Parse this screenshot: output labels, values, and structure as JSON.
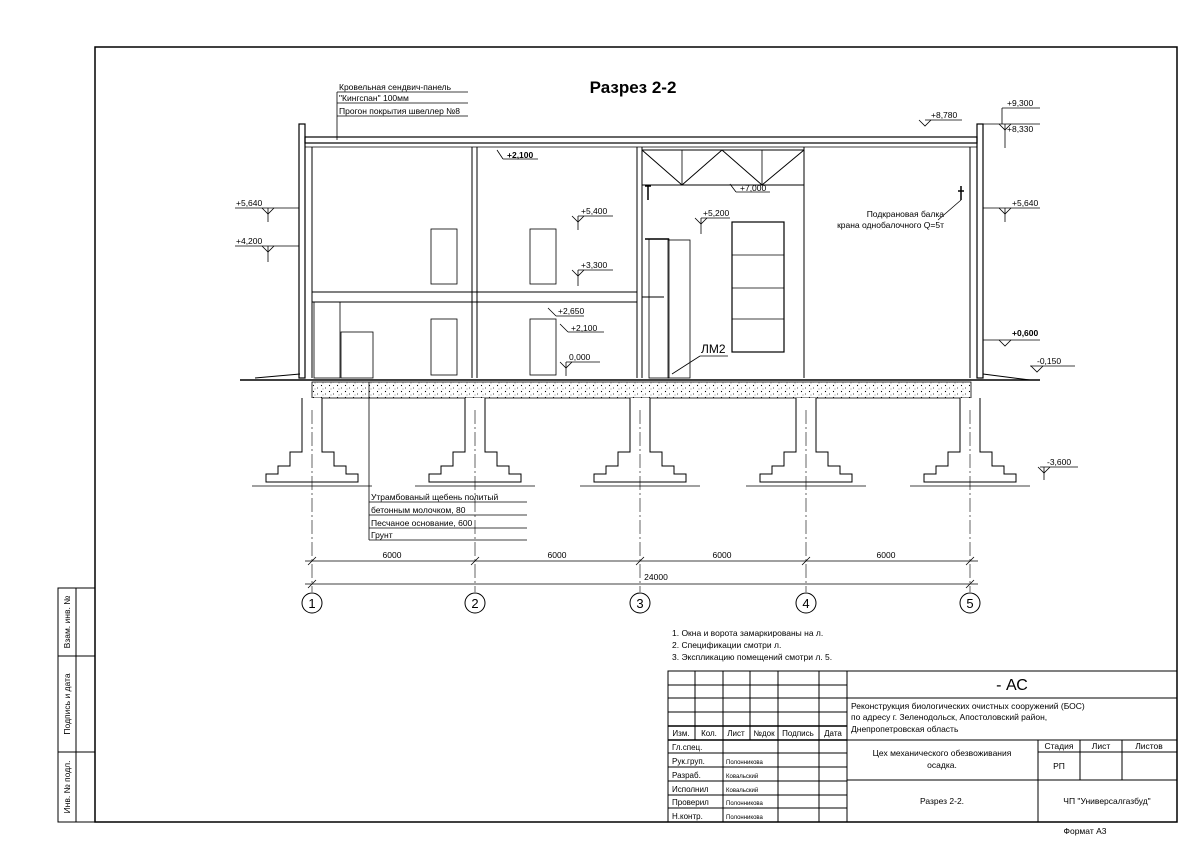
{
  "title": "Разрез 2-2",
  "roof_layers": [
    "Кровельная сендвич-панель",
    "\"Кингспан\" 100мм",
    "Прогон покрытия швеллер №8"
  ],
  "elevations": {
    "e9300": "+9,300",
    "e8780": "+8,780",
    "e8330": "+8,330",
    "e2100top": "+2,100",
    "e7000": "+7,000",
    "e5640l": "+5,640",
    "e4200": "+4,200",
    "e5400": "+5,400",
    "e5200": "+5,200",
    "e3300": "+3,300",
    "e2650": "+2,650",
    "e2100": "+2,100",
    "e0000": "0,000",
    "e5640r": "+5,640",
    "e0600": "+0,600",
    "em0150": "-0,150",
    "em3600": "-3,600"
  },
  "crane_note": [
    "Подкрановая балка",
    "крана однобалочного Q=5т"
  ],
  "stair_label": "ЛМ2",
  "foundation_layers": [
    "Утрамбованый щебень политый",
    "бетонным молочком, 80",
    "Песчаное основание, 600",
    "Грунт"
  ],
  "dimensions": {
    "spans": [
      "6000",
      "6000",
      "6000",
      "6000"
    ],
    "total": "24000"
  },
  "axes": [
    "1",
    "2",
    "3",
    "4",
    "5"
  ],
  "notes": [
    "1. Окна и ворота замаркированы на л.",
    "2. Спецификации смотри л.",
    "3. Экспликацию помещений смотри л. 5."
  ],
  "side_stamp": [
    "Взам. инв. №",
    "Подпись и дата",
    "Инв. № подл."
  ],
  "title_block": {
    "code": "- АС",
    "project": [
      "Реконструкция биологических очистных сооружений (БОС)",
      "по адресу г. Зеленодольск, Апостоловский район,",
      "Днепропетровская область"
    ],
    "object": [
      "Цех механического обезвоживания",
      "осадка."
    ],
    "sheet_title": "Разрез 2-2.",
    "company": "ЧП \"Универсалгазбуд\"",
    "stage_header": "Стадия",
    "sheet_header": "Лист",
    "sheets_header": "Листов",
    "stage": "РП",
    "cols": [
      "Изм.",
      "Кол.",
      "Лист",
      "№док",
      "Подпись",
      "Дата"
    ],
    "roles": [
      "Гл.спец.",
      "Рук.груп.",
      "Разраб.",
      "Исполнил",
      "Проверил",
      "Н.контр."
    ],
    "names": [
      "",
      "Полонникова",
      "Ковальский",
      "Ковальский",
      "Полонникова",
      "Полонникова"
    ]
  },
  "format": "Формат А3"
}
